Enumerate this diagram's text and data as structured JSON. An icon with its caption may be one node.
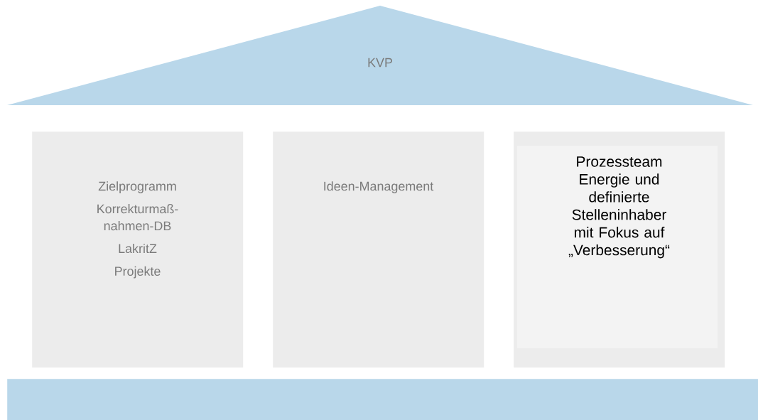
{
  "diagram": {
    "nodes": [
      {
        "text": [
          "KVP"
        ]
      },
      {
        "text": [
          "Zielprogramm",
          "Korrekturmaß- nahmen-DB",
          "LakritZ",
          "Projekte"
        ]
      },
      {
        "text": [
          "Ideen-Management"
        ]
      },
      {
        "text": [
          "Prozessteam Energie und definierte Stelleninhaber mit Fokus auf „Verbesserung“"
        ]
      },
      {
        "text": [],
        "shape": "bar"
      }
    ]
  }
}
